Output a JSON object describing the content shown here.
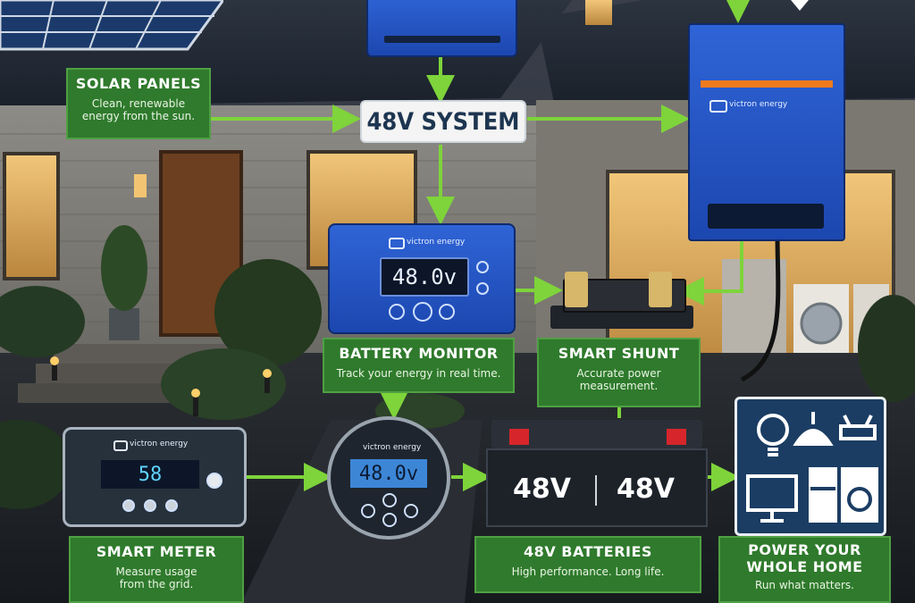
{
  "diagram": {
    "system_label": "48V SYSTEM",
    "nodes": {
      "solar": {
        "title": "SOLAR PANELS",
        "subtitle_l1": "Clean, renewable",
        "subtitle_l2": "energy from the sun."
      },
      "battery_monitor": {
        "title": "BATTERY MONITOR",
        "subtitle": "Track your energy in real time.",
        "display": "48.0v",
        "brand": "victron energy"
      },
      "smart_shunt": {
        "title": "SMART SHUNT",
        "subtitle_l1": "Accurate power",
        "subtitle_l2": "measurement."
      },
      "smart_meter": {
        "title": "SMART METER",
        "subtitle_l1": "Measure usage",
        "subtitle_l2": "from the grid.",
        "display": "58",
        "brand": "victron energy"
      },
      "round_monitor": {
        "display": "48.0v",
        "brand": "victron energy"
      },
      "batteries": {
        "title": "48V BATTERIES",
        "subtitle": "High performance. Long life.",
        "left_label": "48V",
        "right_label": "48V"
      },
      "home": {
        "title_l1": "POWER YOUR",
        "title_l2": "WHOLE HOME",
        "subtitle": "Run what matters."
      },
      "inverter": {
        "brand": "victron energy"
      }
    }
  },
  "colors": {
    "label_green": "#2f7a2c",
    "arrow_green": "#7ed43a",
    "victron_blue": "#2456c9",
    "accent_orange": "#f07b1e"
  },
  "icons": [
    "solar-panel-icon",
    "light-bulb-icon",
    "ceiling-lamp-icon",
    "tv-antenna-icon",
    "monitor-icon",
    "refrigerator-icon",
    "washing-machine-icon"
  ]
}
